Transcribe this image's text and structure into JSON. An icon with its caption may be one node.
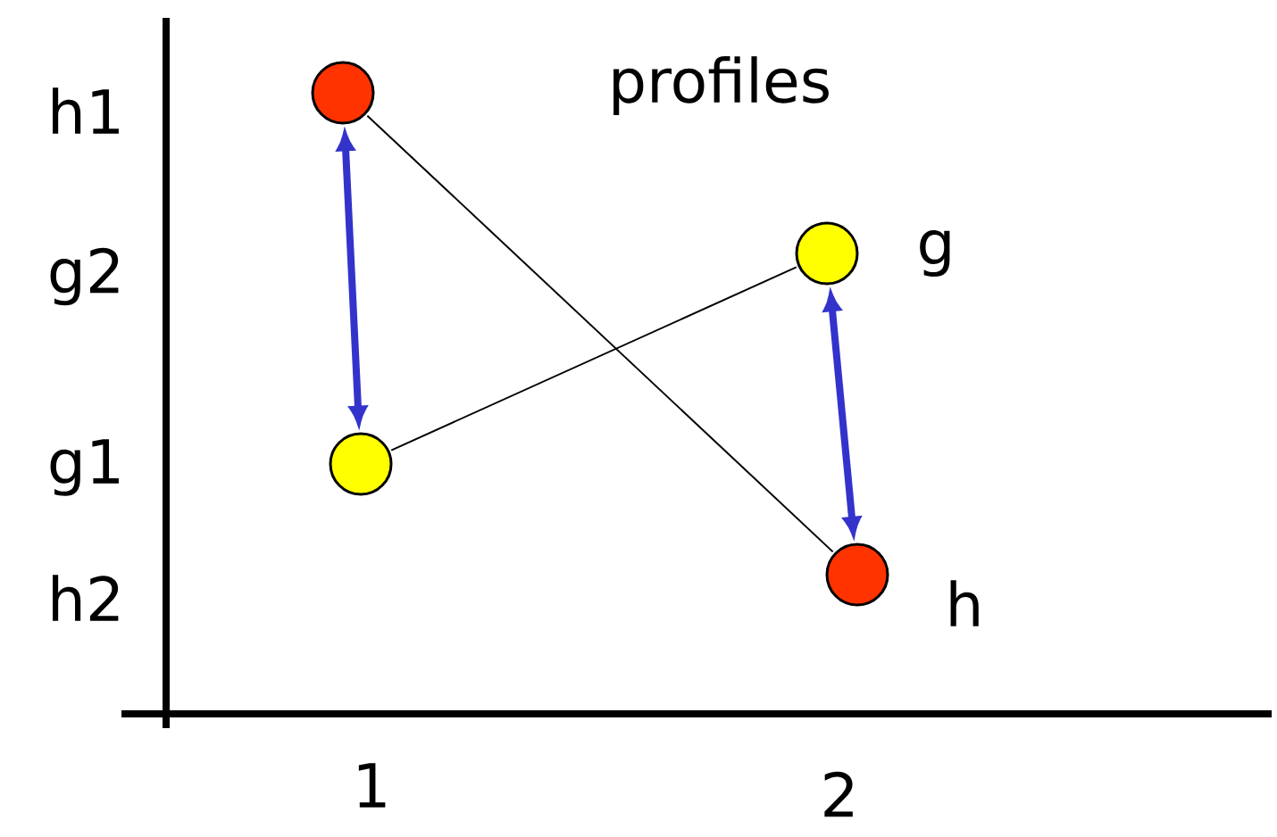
{
  "diagram": {
    "nodes": [
      {
        "text": [],
        "shape": "circle"
      },
      {
        "text": [],
        "shape": "circle"
      },
      {
        "text": [],
        "shape": "circle",
        "beside": [
          "g"
        ]
      },
      {
        "text": [],
        "shape": "circle",
        "beside": [
          "h"
        ]
      }
    ],
    "edges": [
      {
        "from": 0,
        "to": 3,
        "arrow": "none"
      },
      {
        "from": 1,
        "to": 2,
        "arrow": "none"
      },
      {
        "from": 0,
        "to": 1,
        "arrow": "both",
        "style": "thick",
        "color": "#3333cc"
      },
      {
        "from": 2,
        "to": 3,
        "arrow": "both",
        "style": "thick",
        "color": "#3333cc"
      }
    ],
    "labels": [
      "h1",
      "profiles",
      "g2",
      "g1",
      "h2",
      "1",
      "2"
    ]
  }
}
